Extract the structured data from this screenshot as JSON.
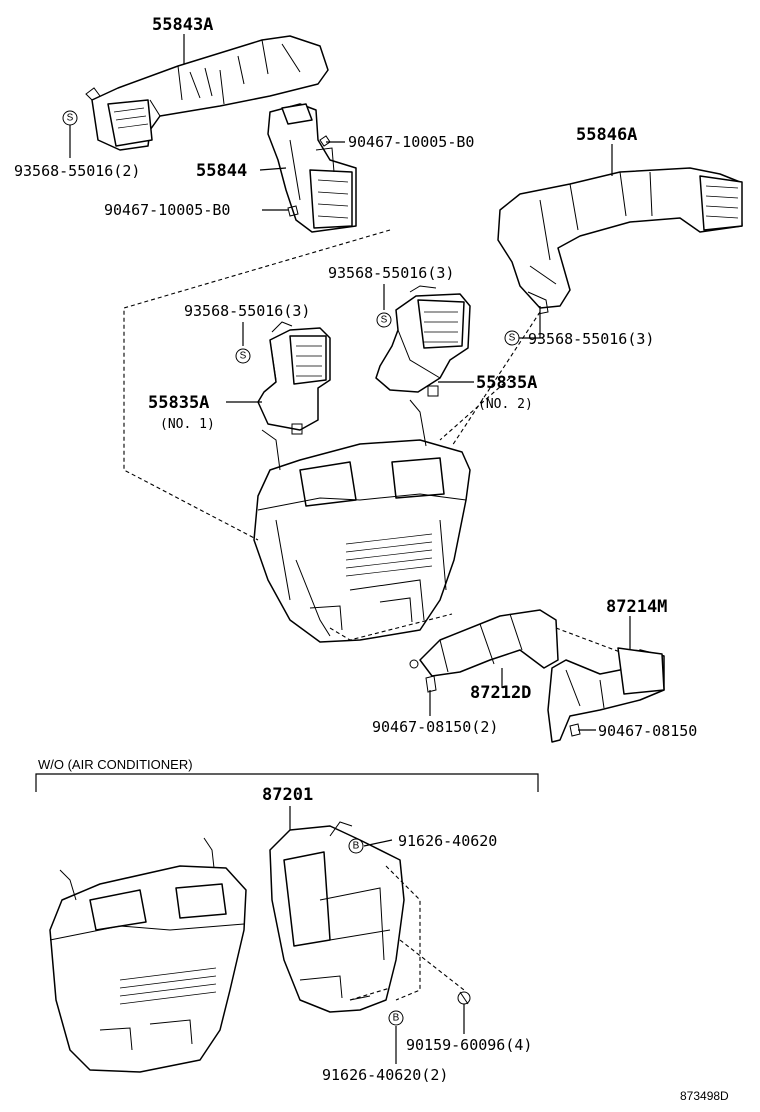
{
  "labels": {
    "p55843A": "55843A",
    "p93568_top": "93568-55016(2)",
    "p90467_top": "90467-10005-B0",
    "p55844": "55844",
    "p90467_left": "90467-10005-B0",
    "p55846A": "55846A",
    "p93568_mid": "93568-55016(3)",
    "p93568_left": "93568-55016(3)",
    "p93568_right": "93568-55016(3)",
    "p55835A_1": "55835A",
    "no1": "(NO. 1)",
    "p55835A_2": "55835A",
    "no2": "(NO. 2)",
    "p87214M": "87214M",
    "p87212D": "87212D",
    "p90467_08150_2": "90467-08150(2)",
    "p90467_08150": "90467-08150",
    "wo_header": "W/O (AIR CONDITIONER)",
    "p87201": "87201",
    "p91626_top": "91626-40620",
    "p90159": "90159-60096(4)",
    "p91626_bottom": "91626-40620(2)",
    "ref_code": "873498D"
  },
  "marks": {
    "s": "S",
    "b": "B"
  }
}
